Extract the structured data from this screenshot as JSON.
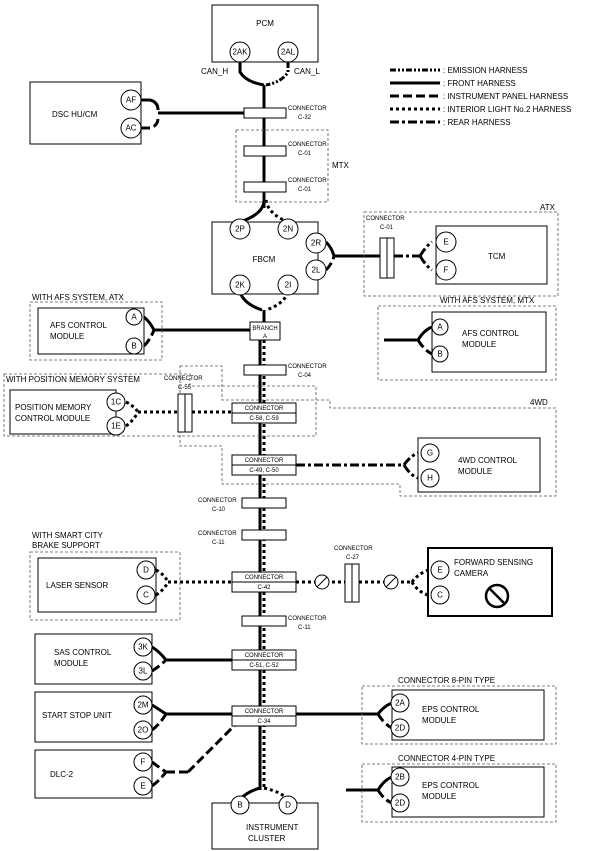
{
  "legend": [
    {
      "key": "emi",
      "label": ": EMISSION HARNESS"
    },
    {
      "key": "frt",
      "label": ": FRONT HARNESS"
    },
    {
      "key": "ins",
      "label": ": INSTRUMENT PANEL HARNESS"
    },
    {
      "key": "int",
      "label": ": INTERIOR LIGHT No.2 HARNESS"
    },
    {
      "key": "rear",
      "label": ": REAR HARNESS"
    }
  ],
  "modules": {
    "pcm": {
      "name": "PCM",
      "pins": [
        "2AK",
        "2AL"
      ],
      "can_h": "CAN_H",
      "can_l": "CAN_L"
    },
    "dsc": {
      "name": "DSC HU/CM",
      "pins": [
        "AF",
        "AC"
      ]
    },
    "fbcm": {
      "name": "FBCM",
      "pins": [
        "2P",
        "2N",
        "2R",
        "2L",
        "2K",
        "2I"
      ]
    },
    "tcm": {
      "name": "TCM",
      "pins": [
        "E",
        "F"
      ],
      "group": "ATX"
    },
    "afs_atx": {
      "name": [
        "AFS CONTROL",
        "MODULE"
      ],
      "pins": [
        "A",
        "B"
      ],
      "group": "WITH AFS SYSTEM, ATX"
    },
    "afs_mtx": {
      "name": [
        "AFS CONTROL",
        "MODULE"
      ],
      "pins": [
        "A",
        "B"
      ],
      "group": "WITH AFS SYSTEM, MTX"
    },
    "position": {
      "name": [
        "POSITION MEMORY",
        "CONTROL MODULE"
      ],
      "pins": [
        "1C",
        "1E"
      ],
      "group": "WITH POSITION MEMORY SYSTEM"
    },
    "awd": {
      "name": [
        "4WD CONTROL",
        "MODULE"
      ],
      "pins": [
        "G",
        "H"
      ],
      "group": "4WD"
    },
    "laser": {
      "name": "LASER SENSOR",
      "pins": [
        "D",
        "C"
      ],
      "group": [
        "WITH SMART CITY",
        "BRAKE SUPPORT"
      ]
    },
    "camera": {
      "name": [
        "FORWARD SENSING",
        "CAMERA"
      ],
      "pins": [
        "E",
        "C"
      ]
    },
    "sas": {
      "name": [
        "SAS CONTROL",
        "MODULE"
      ],
      "pins": [
        "3K",
        "3L"
      ]
    },
    "ssu": {
      "name": "START STOP UNIT",
      "pins": [
        "2M",
        "2O"
      ]
    },
    "dlc": {
      "name": "DLC-2",
      "pins": [
        "F",
        "E"
      ]
    },
    "eps8": {
      "name": [
        "EPS CONTROL",
        "MODULE"
      ],
      "pins": [
        "2A",
        "2D"
      ],
      "group": "CONNECTOR 8-PIN TYPE"
    },
    "eps4": {
      "name": [
        "EPS CONTROL",
        "MODULE"
      ],
      "pins": [
        "2B",
        "2D"
      ],
      "group": "CONNECTOR 4-PIN TYPE"
    },
    "cluster": {
      "name": [
        "INSTRUMENT",
        "CLUSTER"
      ],
      "pins": [
        "B",
        "D"
      ]
    }
  },
  "connectors": {
    "c32": [
      "CONNECTOR",
      "C-32"
    ],
    "c01a": [
      "CONNECTOR",
      "C-01"
    ],
    "c01b": [
      "CONNECTOR",
      "C-01"
    ],
    "mtx": "MTX",
    "c01tcm": [
      "CONNECTOR",
      "C-01"
    ],
    "branch": [
      "BRANCH",
      "A"
    ],
    "c04": [
      "CONNECTOR",
      "C-04"
    ],
    "c55": [
      "CONNECTOR",
      "C-55"
    ],
    "c5859": [
      "CONNECTOR",
      "C-58, C-59"
    ],
    "c4950": [
      "CONNECTOR",
      "C-49, C-50"
    ],
    "c10": [
      "CONNECTOR",
      "C-10"
    ],
    "c11a": [
      "CONNECTOR",
      "C-11"
    ],
    "c42": [
      "CONNECTOR",
      "C-42"
    ],
    "c27": [
      "CONNECTOR",
      "C-27"
    ],
    "c11b": [
      "CONNECTOR",
      "C-11"
    ],
    "c5152": [
      "CONNECTOR",
      "C-51, C-52"
    ],
    "c34": [
      "CONNECTOR",
      "C-34"
    ]
  }
}
